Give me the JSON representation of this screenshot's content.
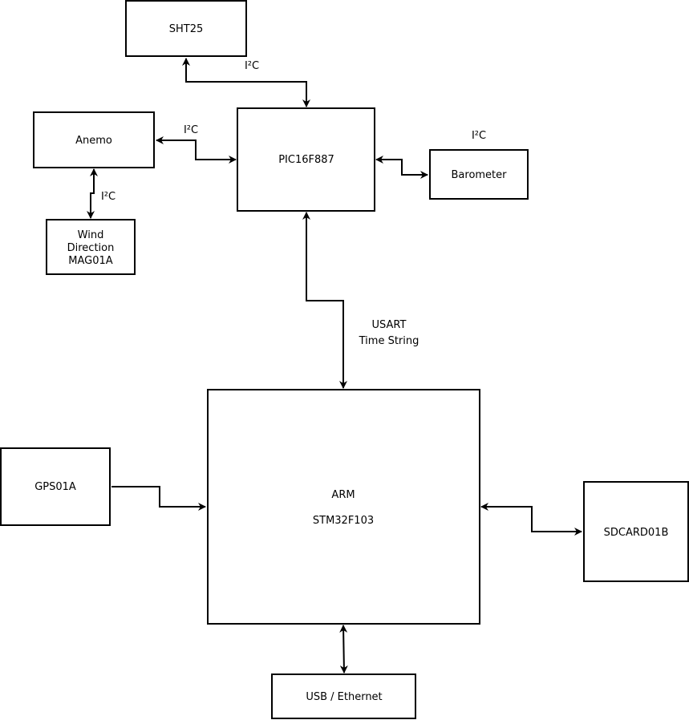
{
  "blocks": {
    "sht25": "SHT25",
    "anemo": "Anemo",
    "pic": "PIC16F887",
    "barometer": "Barometer",
    "wind": [
      "Wind",
      "Direction",
      "MAG01A"
    ],
    "gps": "GPS01A",
    "arm": [
      "ARM",
      "STM32F103"
    ],
    "sdcard": "SDCARD01B",
    "usb": "USB / Ethernet"
  },
  "links": {
    "sht25_i2c": "I²C",
    "anemo_i2c": "I²C",
    "baro_i2c": "I²C",
    "wind_i2c": "I²C",
    "usart": [
      "USART",
      "Time String"
    ]
  },
  "colors": {
    "stroke": "#000000",
    "fill": "#ffffff"
  }
}
